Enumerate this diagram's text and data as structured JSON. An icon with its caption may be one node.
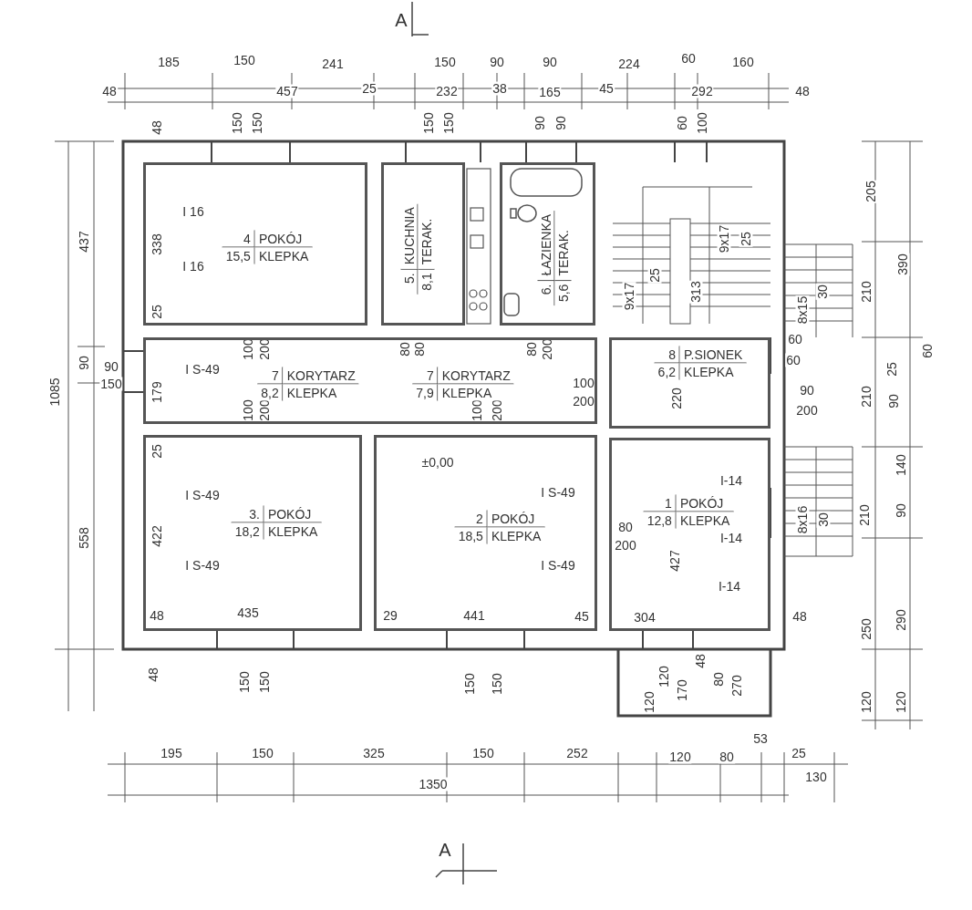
{
  "diagram": {
    "nodes": [
      {
        "text": [
          "4",
          "POKÓJ",
          "15,5",
          "KLEPKA"
        ]
      },
      {
        "text": [
          "5.",
          "KUCHNIA",
          "8,1",
          "TERAK."
        ]
      },
      {
        "text": [
          "6.",
          "ŁAZIENKA",
          "5,6",
          "TERAK."
        ]
      },
      {
        "text": [
          "7",
          "KORYTARZ",
          "8,2",
          "KLEPKA"
        ]
      },
      {
        "text": [
          "7",
          "KORYTARZ",
          "7,9",
          "KLEPKA"
        ]
      },
      {
        "text": [
          "8",
          "P.SIONEK",
          "6,2",
          "KLEPKA"
        ]
      },
      {
        "text": [
          "3.",
          "POKÓJ",
          "18,2",
          "KLEPKA"
        ]
      },
      {
        "text": [
          "2",
          "POKÓJ",
          "18,5",
          "KLEPKA"
        ]
      },
      {
        "text": [
          "1",
          "POKÓJ",
          "12,8",
          "KLEPKA"
        ]
      }
    ],
    "labels": [
      "A",
      "185",
      "150",
      "241",
      "150",
      "90",
      "90",
      "224",
      "60",
      "160",
      "48",
      "457",
      "25",
      "232",
      "38",
      "165",
      "45",
      "292",
      "48",
      "48",
      "150",
      "150",
      "150",
      "150",
      "90",
      "90",
      "60",
      "100",
      "205",
      "I 16",
      "437",
      "338",
      "9x17",
      "25",
      "390",
      "I 16",
      "9x17",
      "25",
      "313",
      "210",
      "8x15",
      "30",
      "25",
      "100",
      "200",
      "80",
      "80",
      "80",
      "200",
      "60",
      "60",
      "60",
      "90",
      "90",
      "150",
      "I S-49",
      "25",
      "179",
      "100",
      "200",
      "220",
      "90",
      "200",
      "210",
      "90",
      "1085",
      "100",
      "200",
      "100",
      "200",
      "25",
      "±0,00",
      "140",
      "I-14",
      "I S-49",
      "I S-49",
      "210",
      "90",
      "8x16",
      "30",
      "80",
      "558",
      "422",
      "I-14",
      "200",
      "427",
      "I S-49",
      "I S-49",
      "I-14",
      "48",
      "435",
      "29",
      "441",
      "45",
      "304",
      "48",
      "290",
      "250",
      "48",
      "48",
      "150",
      "150",
      "150",
      "150",
      "120",
      "170",
      "120",
      "80",
      "270",
      "120",
      "120",
      "53",
      "195",
      "150",
      "325",
      "150",
      "252",
      "120",
      "80",
      "25",
      "130",
      "1350",
      "A"
    ]
  }
}
